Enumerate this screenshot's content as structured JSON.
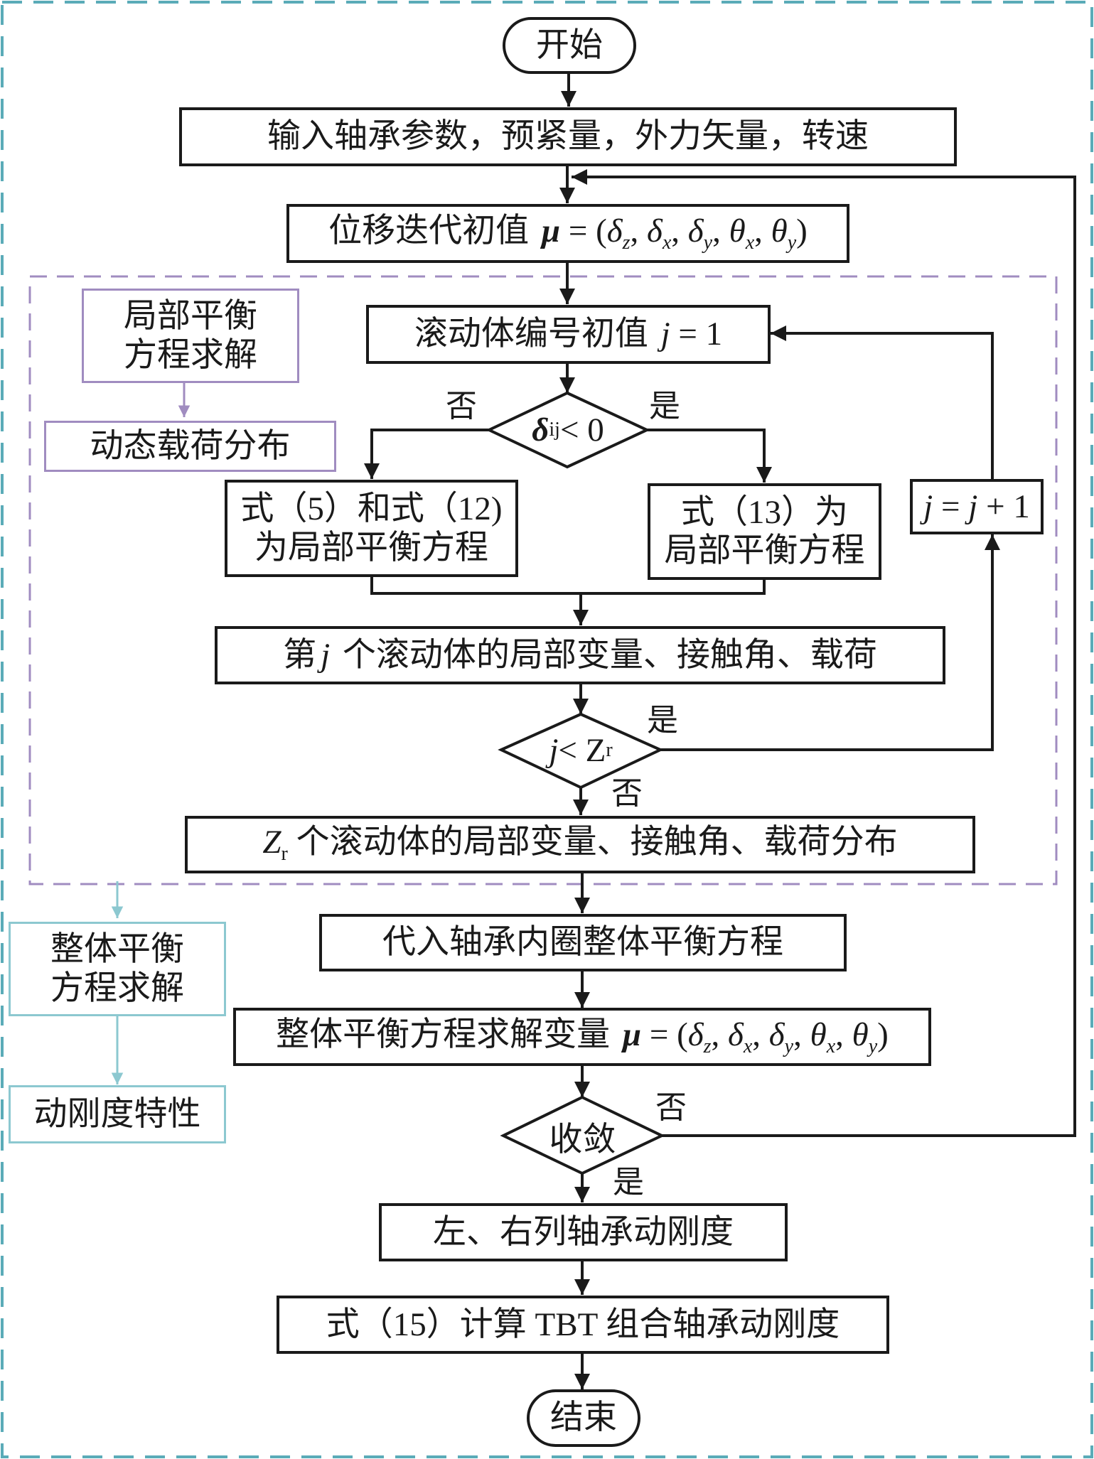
{
  "flowchart": {
    "start": "开始",
    "end": "结束",
    "input": "输入轴承参数，预紧量，外力矢量，转速",
    "init_prefix": "位移迭代初值",
    "mu_symbol": "μ",
    "mu_vector": "= (δ_z, δ_x, δ_y, θ_x, θ_y)",
    "mu_parts": {
      "eq": " = (",
      "d": "δ",
      "t": "θ",
      "z": "z",
      "x": "x",
      "y": "y",
      "sep": ", ",
      "close": ")"
    },
    "roller_init": "滚动体编号初值",
    "roller_init_var": "j",
    "roller_init_val": " = 1",
    "decision1": {
      "sym": "δ",
      "sub": "ij",
      "rest": " < 0",
      "yes": "是",
      "no": "否"
    },
    "left_box": {
      "line1": "式（5）和式（12)",
      "line2": "为局部平衡方程"
    },
    "right_box": {
      "line1": "式（13）为",
      "line2": "局部平衡方程"
    },
    "increment": {
      "var": "j",
      "eq": " = ",
      "var2": "j",
      "rest": " + 1"
    },
    "jth_prefix": "第",
    "jth_var": "j",
    "jth_rest": " 个滚动体的局部变量、接触角、载荷",
    "decision2": {
      "var": "j",
      "lt": " < Z",
      "sub": "r",
      "yes": "是",
      "no": "否"
    },
    "zr_box": {
      "var": "Z",
      "sub": "r",
      "rest": " 个滚动体的局部变量、接触角、载荷分布"
    },
    "substitute": "代入轴承内圈整体平衡方程",
    "global_solve_prefix": "整体平衡方程求解变量",
    "decision3": {
      "text": "收敛",
      "yes": "是",
      "no": "否"
    },
    "lr_stiffness": "左、右列轴承动刚度",
    "tbt": "式（15）计算 TBT 组合轴承动刚度"
  },
  "legend": {
    "local_title": "局部平衡\n方程求解",
    "local_line1": "局部平衡",
    "local_line2": "方程求解",
    "local_result": "动态载荷分布",
    "global_line1": "整体平衡",
    "global_line2": "方程求解",
    "global_result": "动刚度特性"
  },
  "colors": {
    "outer_border": "#5aabb8",
    "local_region": "#a08cc0",
    "global_legend": "#8cc8d0",
    "lines": "#1a1a1a"
  }
}
